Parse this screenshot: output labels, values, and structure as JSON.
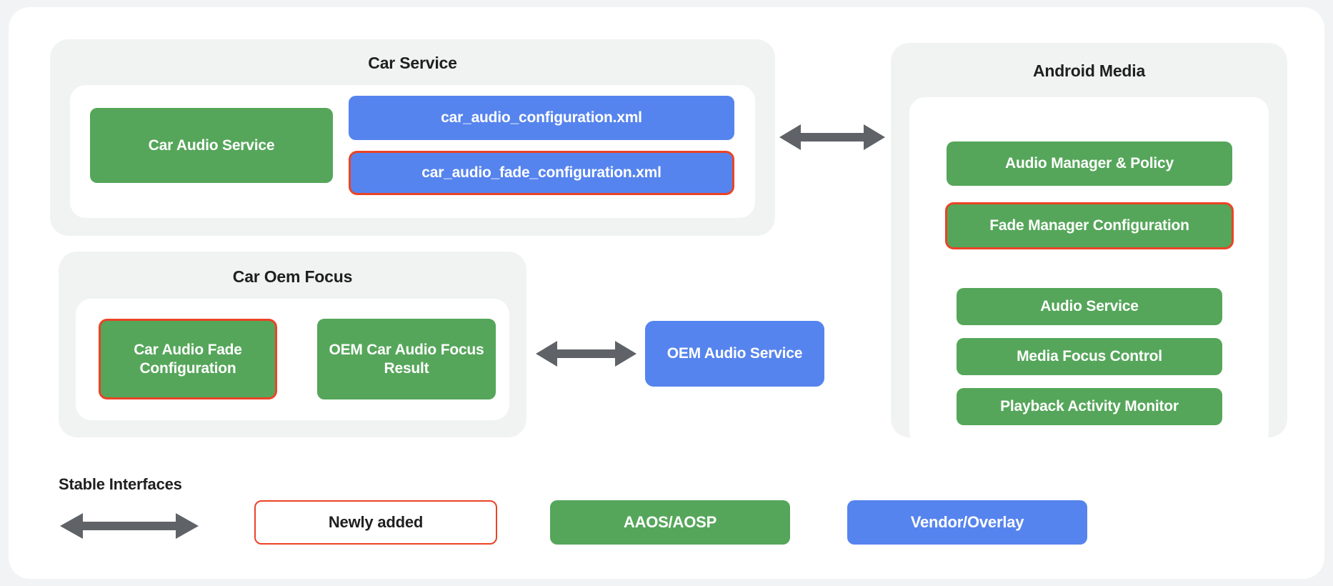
{
  "colors": {
    "page_background": "#f1f3f4",
    "card_background": "#ffffff",
    "group_background": "#f1f2f2",
    "well_background": "#ffffff",
    "green": "#55a65a",
    "blue": "#5684ee",
    "highlight_outline": "#eb4326",
    "arrow": "#5f6368",
    "text_dark": "#1f1f1f",
    "text_light": "#ffffff"
  },
  "groups": {
    "car_service": {
      "title": "Car Service",
      "nodes": [
        {
          "label": "Car Audio Service",
          "kind": "green",
          "highlighted": false
        },
        {
          "label": "car_audio_configuration.xml",
          "kind": "blue",
          "highlighted": false
        },
        {
          "label": "car_audio_fade_configuration.xml",
          "kind": "blue",
          "highlighted": true
        }
      ]
    },
    "car_oem_focus": {
      "title": "Car Oem Focus",
      "nodes": [
        {
          "label": "Car Audio Fade Configuration",
          "kind": "green",
          "highlighted": true
        },
        {
          "label": "OEM Car Audio Focus Result",
          "kind": "green",
          "highlighted": false
        }
      ]
    },
    "android_media": {
      "title": "Android Media",
      "nodes": [
        {
          "label": "Audio Manager & Policy",
          "kind": "green",
          "highlighted": false
        },
        {
          "label": "Fade Manager Configuration",
          "kind": "green",
          "highlighted": true
        },
        {
          "label": "Audio Service",
          "kind": "green",
          "highlighted": false
        },
        {
          "label": "Media Focus Control",
          "kind": "green",
          "highlighted": false
        },
        {
          "label": "Playback Activity Monitor",
          "kind": "green",
          "highlighted": false
        }
      ]
    }
  },
  "standalone_nodes": [
    {
      "label": "OEM Audio Service",
      "kind": "blue",
      "highlighted": false
    }
  ],
  "connectors": [
    {
      "name": "car-service-to-android-media",
      "style": "double-headed"
    },
    {
      "name": "car-oem-focus-to-oem-audio-service",
      "style": "double-headed"
    }
  ],
  "legend": {
    "stable_interfaces_label": "Stable Interfaces",
    "items": [
      {
        "label": "Newly added",
        "kind": "outline"
      },
      {
        "label": "AAOS/AOSP",
        "kind": "green"
      },
      {
        "label": "Vendor/Overlay",
        "kind": "blue"
      }
    ]
  }
}
